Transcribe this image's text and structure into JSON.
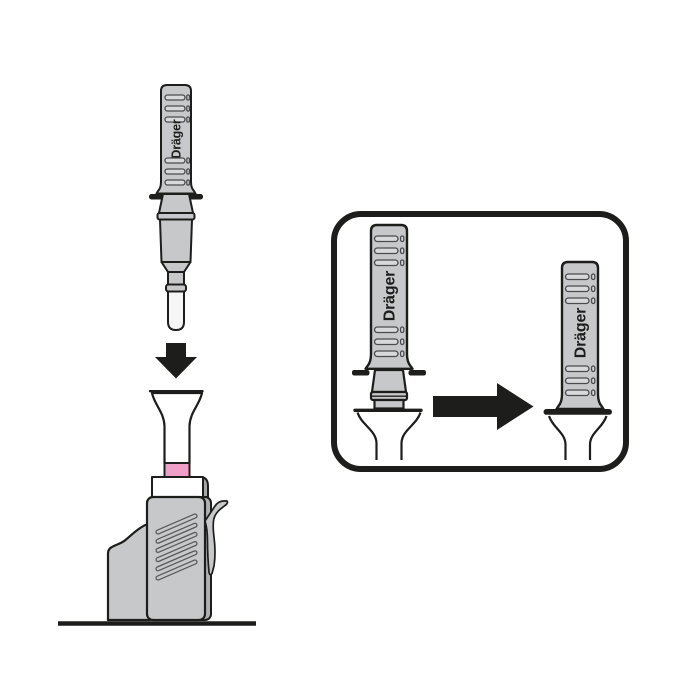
{
  "figure": {
    "main": {
      "sampler_label": "Dräger",
      "down_arrow_icon": "arrow-down",
      "funnel": "collection-funnel",
      "device": "analyzer-dock"
    },
    "inset": {
      "sampler_raised_label": "Dräger",
      "sampler_inserted_label": "Dräger",
      "right_arrow_icon": "arrow-right"
    }
  },
  "colors": {
    "outline": "#1d1d1b",
    "body_gray": "#c7c8ca",
    "body_gray_dark": "#b0b1b3",
    "edge_gray": "#a6a7a9",
    "slot_fill": "#d8d9da",
    "slot_outline": "#4a4b4d",
    "vent_outline": "#58595b",
    "tip_white": "#f6f6f6",
    "accent_pink": "#f09fc7",
    "white": "#ffffff",
    "background": "#ffffff"
  }
}
